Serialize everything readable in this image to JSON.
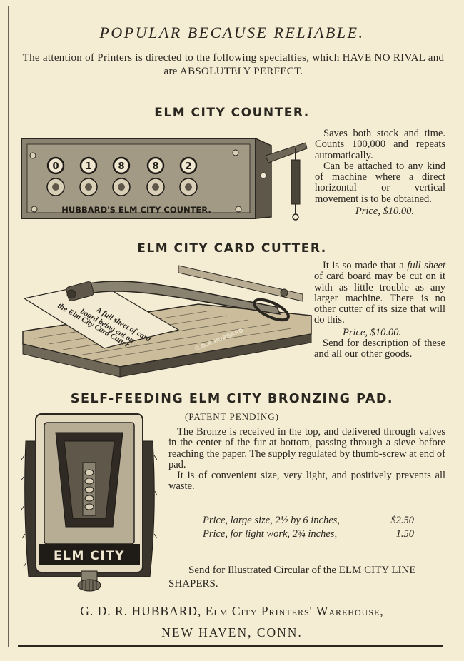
{
  "title": "POPULAR BECAUSE RELIABLE.",
  "intro": "The attention of Printers is directed to the following specialties, which HAVE NO RIVAL and are ABSOLUTELY PERFECT.",
  "counter": {
    "heading": "ELM CITY COUNTER.",
    "p1": "Saves both stock and time. Counts 100,000 and repeats automatically.",
    "p2": "Can be attached to any kind of machine where a direct horizontal or vertical movement is to be obtained.",
    "price": "Price, $10.00.",
    "plate": "HUBBARD'S ELM CITY COUNTER.",
    "digits": [
      "0",
      "1",
      "8",
      "8",
      "2"
    ]
  },
  "cutter": {
    "heading": "ELM CITY CARD CUTTER.",
    "p1_a": "It is so made that a",
    "p1_em": "full sheet",
    "p1_b": "of card board may be cut on it with as little trouble as any larger machine. There is no other cutter of its size that will do this.",
    "price": "Price, $10.00.",
    "p2": "Send for description of these and all our other goods.",
    "card_text": [
      "A full sheet of card",
      "board being cut on",
      "the Elm City Card Cutter"
    ],
    "blade_text": "G.D.R.HUBBARD"
  },
  "pad": {
    "heading": "SELF-FEEDING ELM CITY BRONZING PAD.",
    "patent": "(PATENT PENDING)",
    "p1": "The Bronze is received in the top, and delivered through valves in the center of the fur at bottom, passing through a sieve before reaching the paper. The supply regulated by thumb-screw at end of pad.",
    "p2": "It is of convenient size, very light, and positively prevents all waste.",
    "prices": [
      {
        "label": "Price, large size, 2½ by 6 inches,",
        "value": "$2.50"
      },
      {
        "label": "Price, for light work, 2¾ inches,",
        "value": "1.50"
      }
    ],
    "plate": "ELM CITY"
  },
  "circular": "Send for Illustrated Circular of the ELM CITY LINE SHAPERS.",
  "footer": {
    "name": "G. D. R. HUBBARD,",
    "place": "Elm City Printers' Warehouse,",
    "city": "NEW HAVEN, CONN."
  }
}
